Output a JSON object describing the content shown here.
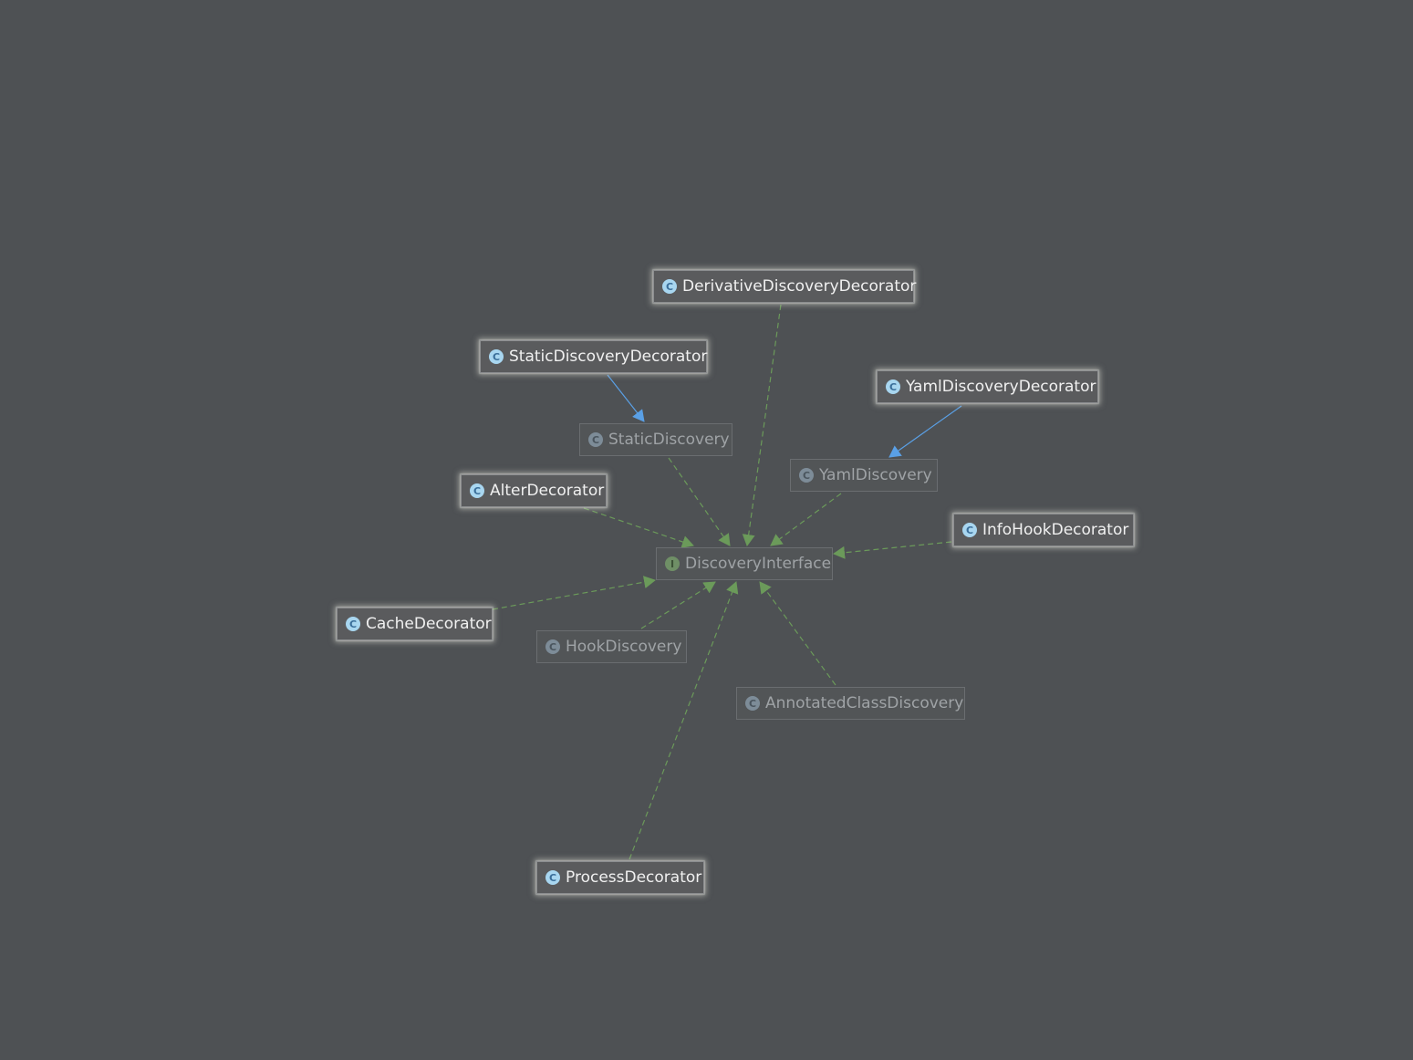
{
  "diagram": {
    "colors": {
      "background": "#4e5154",
      "implements_edge": "#6b9a5a",
      "extends_edge": "#5aa0e6"
    },
    "nodes": [
      {
        "id": "derivative",
        "label": "DerivativeDiscoveryDecorator",
        "kind": "class",
        "state": "selected",
        "badge": "C"
      },
      {
        "id": "staticdec",
        "label": "StaticDiscoveryDecorator",
        "kind": "class",
        "state": "selected",
        "badge": "C"
      },
      {
        "id": "yamldec",
        "label": "YamlDiscoveryDecorator",
        "kind": "class",
        "state": "selected",
        "badge": "C"
      },
      {
        "id": "static",
        "label": "StaticDiscovery",
        "kind": "class",
        "state": "dim",
        "badge": "C"
      },
      {
        "id": "yaml",
        "label": "YamlDiscovery",
        "kind": "class",
        "state": "dim",
        "badge": "C"
      },
      {
        "id": "alter",
        "label": "AlterDecorator",
        "kind": "class",
        "state": "selected",
        "badge": "C"
      },
      {
        "id": "infohook",
        "label": "InfoHookDecorator",
        "kind": "class",
        "state": "selected",
        "badge": "C"
      },
      {
        "id": "iface",
        "label": "DiscoveryInterface",
        "kind": "interface",
        "state": "dim",
        "badge": "I"
      },
      {
        "id": "cache",
        "label": "CacheDecorator",
        "kind": "class",
        "state": "selected",
        "badge": "C"
      },
      {
        "id": "hook",
        "label": "HookDiscovery",
        "kind": "class",
        "state": "dim",
        "badge": "C"
      },
      {
        "id": "annotated",
        "label": "AnnotatedClassDiscovery",
        "kind": "class",
        "state": "dim",
        "badge": "C"
      },
      {
        "id": "process",
        "label": "ProcessDecorator",
        "kind": "class",
        "state": "selected",
        "badge": "C"
      }
    ],
    "edges": [
      {
        "from": "derivative",
        "to": "iface",
        "type": "implements"
      },
      {
        "from": "static",
        "to": "iface",
        "type": "implements"
      },
      {
        "from": "yaml",
        "to": "iface",
        "type": "implements"
      },
      {
        "from": "alter",
        "to": "iface",
        "type": "implements"
      },
      {
        "from": "infohook",
        "to": "iface",
        "type": "implements"
      },
      {
        "from": "cache",
        "to": "iface",
        "type": "implements"
      },
      {
        "from": "hook",
        "to": "iface",
        "type": "implements"
      },
      {
        "from": "annotated",
        "to": "iface",
        "type": "implements"
      },
      {
        "from": "process",
        "to": "iface",
        "type": "implements"
      },
      {
        "from": "staticdec",
        "to": "static",
        "type": "extends"
      },
      {
        "from": "yamldec",
        "to": "yaml",
        "type": "extends"
      }
    ]
  }
}
